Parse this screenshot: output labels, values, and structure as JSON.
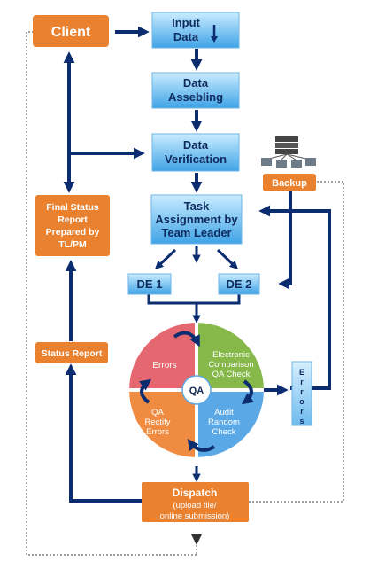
{
  "client": "Client",
  "input_data": [
    "Input",
    "Data"
  ],
  "data_assembling": [
    "Data",
    "Assebling"
  ],
  "data_verification": [
    "Data",
    "Verification"
  ],
  "task_assignment": [
    "Task",
    "Assignment by",
    "Team Leader"
  ],
  "de1": "DE 1",
  "de2": "DE 2",
  "backup": "Backup",
  "final_status": [
    "Final Status",
    "Report",
    "Prepared by",
    "TL/PM"
  ],
  "status_report": "Status Report",
  "quadrants": {
    "errors": "Errors",
    "electronic": [
      "Electronic",
      "Comparison",
      "QA Check"
    ],
    "audit": [
      "Audit",
      "Random",
      "Check"
    ],
    "rectify": [
      "QA",
      "Rectify",
      "Errors"
    ]
  },
  "qa": "QA",
  "errors_box": [
    "E",
    "r",
    "r",
    "o",
    "r",
    "s"
  ],
  "dispatch": {
    "title": "Dispatch",
    "line1": "(upload file/",
    "line2": "online submission)"
  },
  "colors": {
    "navy": "#0b2d6f",
    "orange": "#e9812f",
    "blue_light": "#bfe6ff",
    "blue_dark": "#3fa5e8",
    "quad_red": "#e56870",
    "quad_green": "#86b94a",
    "quad_blue": "#5aa9e6",
    "quad_orange": "#f08c42"
  }
}
